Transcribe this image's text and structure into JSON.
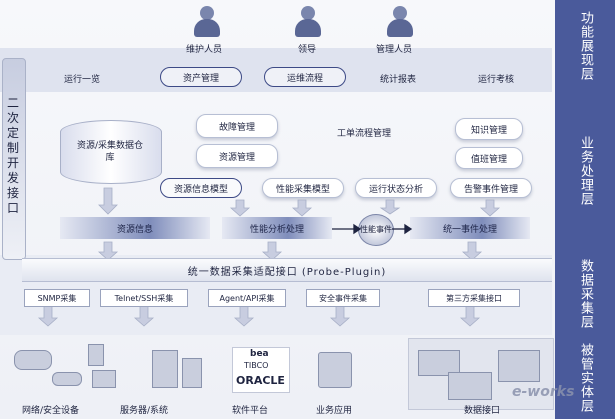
{
  "layers": {
    "presentation": "功能展现层",
    "business": "业务处理层",
    "collection": "数据采集层",
    "entity": "被管实体层"
  },
  "roles": [
    "维护人员",
    "领导",
    "管理人员"
  ],
  "left_panel": "二次定制开发接口",
  "functions": [
    "运行一览",
    "资产管理",
    "运维流程",
    "统计报表",
    "运行考核"
  ],
  "business": {
    "data_warehouse": "资源/采集数据仓库",
    "fault_mgmt": "故障管理",
    "resource_mgmt": "资源管理",
    "workflow": "工单流程管理",
    "knowledge": "知识管理",
    "duty": "值班管理",
    "resource_model": "资源信息模型",
    "perf_model": "性能采集模型",
    "run_status": "运行状态分析",
    "alarm_mgmt": "告警事件管理",
    "resource_info": "资源信息",
    "perf_analysis": "性能分析处理",
    "perf_event": "性能事件",
    "unified_event": "统一事件处理"
  },
  "plugin_bar": "统一数据采集适配接口 (Probe-Plugin)",
  "collectors": [
    "SNMP采集",
    "Telnet/SSH采集",
    "Agent/API采集",
    "安全事件采集",
    "第三方采集接口"
  ],
  "entities": [
    "网络/安全设备",
    "服务器/系统",
    "软件平台",
    "业务应用",
    "数据接口"
  ],
  "logos": {
    "bea": "bea",
    "tibco": "TIBCO",
    "oracle": "ORACLE"
  },
  "watermark": "e-works",
  "colors": {
    "layer": "#4a5a9b",
    "bar": "#7f8dbb"
  }
}
